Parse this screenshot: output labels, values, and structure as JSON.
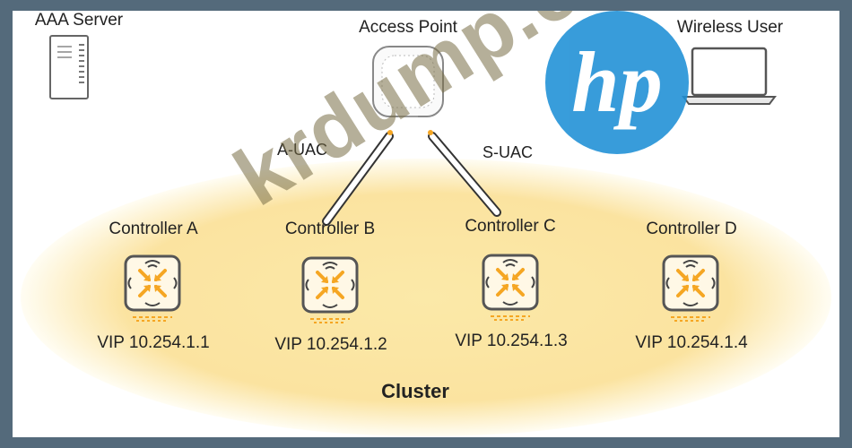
{
  "nodes": {
    "aaa_server": "AAA Server",
    "access_point": "Access Point",
    "wireless_user": "Wireless User"
  },
  "links": {
    "a_uac": "A-UAC",
    "s_uac": "S-UAC"
  },
  "controllers": [
    {
      "name": "Controller A",
      "vip": "VIP 10.254.1.1"
    },
    {
      "name": "Controller B",
      "vip": "VIP 10.254.1.2"
    },
    {
      "name": "Controller C",
      "vip": "VIP 10.254.1.3"
    },
    {
      "name": "Controller D",
      "vip": "VIP 10.254.1.4"
    }
  ],
  "cluster": {
    "label": "Cluster"
  },
  "watermark": {
    "text": "krdump.com",
    "logo": "hp"
  },
  "colors": {
    "cluster_fill": "#fbe7a1",
    "controller_orange": "#f5a623",
    "logo_blue": "#1d8fd6",
    "frame": "#546a7b"
  }
}
